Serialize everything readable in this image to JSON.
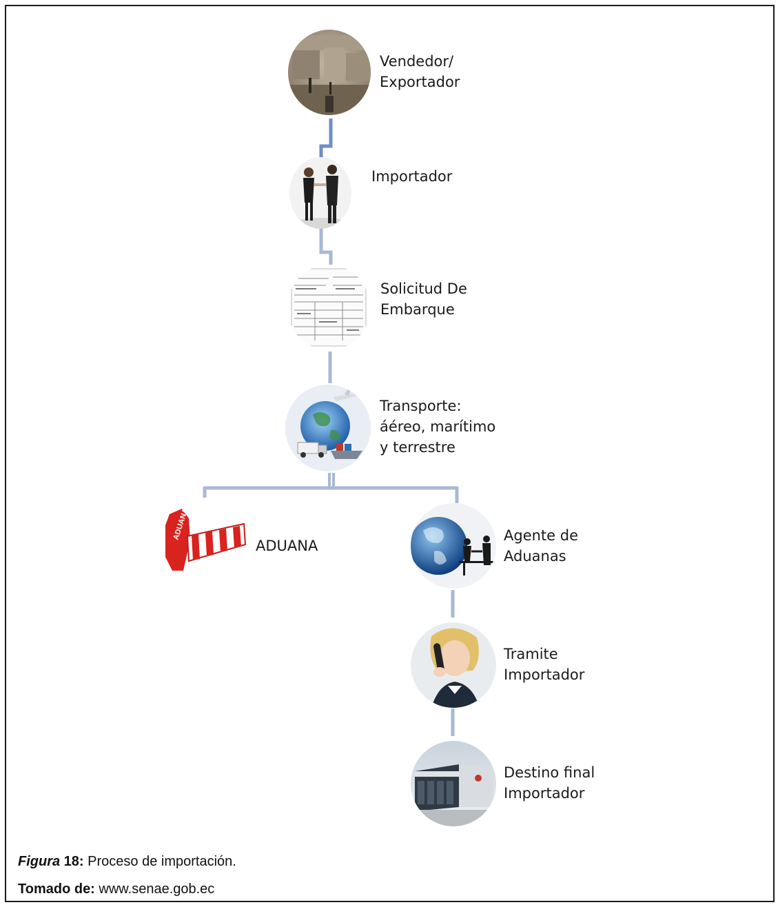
{
  "diagram": {
    "nodes": [
      {
        "id": "vendedor",
        "label": "Vendedor/\nExportador",
        "image": "quarry-workers-photo"
      },
      {
        "id": "importador",
        "label": "Importador",
        "image": "business-handshake-photo"
      },
      {
        "id": "solicitud",
        "label": "Solicitud De\nEmbarque",
        "image": "shipping-document-photo"
      },
      {
        "id": "transporte",
        "label": "Transporte:\náéreo, marítimo\ny terrestre",
        "image": "globe-transport-photo"
      },
      {
        "id": "aduana",
        "label": "ADUANA",
        "image": "customs-barrier-icon"
      },
      {
        "id": "agente",
        "label": "Agente de\nAduanas",
        "image": "globe-handshake-photo"
      },
      {
        "id": "tramite",
        "label": "Tramite\nImportador",
        "image": "woman-on-phone-photo"
      },
      {
        "id": "destino",
        "label": "Destino final\nImportador",
        "image": "warehouse-building-photo"
      }
    ],
    "edges": [
      [
        "vendedor",
        "importador"
      ],
      [
        "importador",
        "solicitud"
      ],
      [
        "solicitud",
        "transporte"
      ],
      [
        "transporte",
        "aduana"
      ],
      [
        "transporte",
        "agente"
      ],
      [
        "agente",
        "tramite"
      ],
      [
        "tramite",
        "destino"
      ]
    ],
    "connector_color": "#a9b8d4",
    "connector_dark_color": "#6f8ec5"
  },
  "caption": {
    "figure_prefix": "Figura",
    "figure_number": " 18:",
    "figure_text": " Proceso de importación.",
    "source_label": "Tomado de:",
    "source_text": " www.senae.gob.ec"
  }
}
